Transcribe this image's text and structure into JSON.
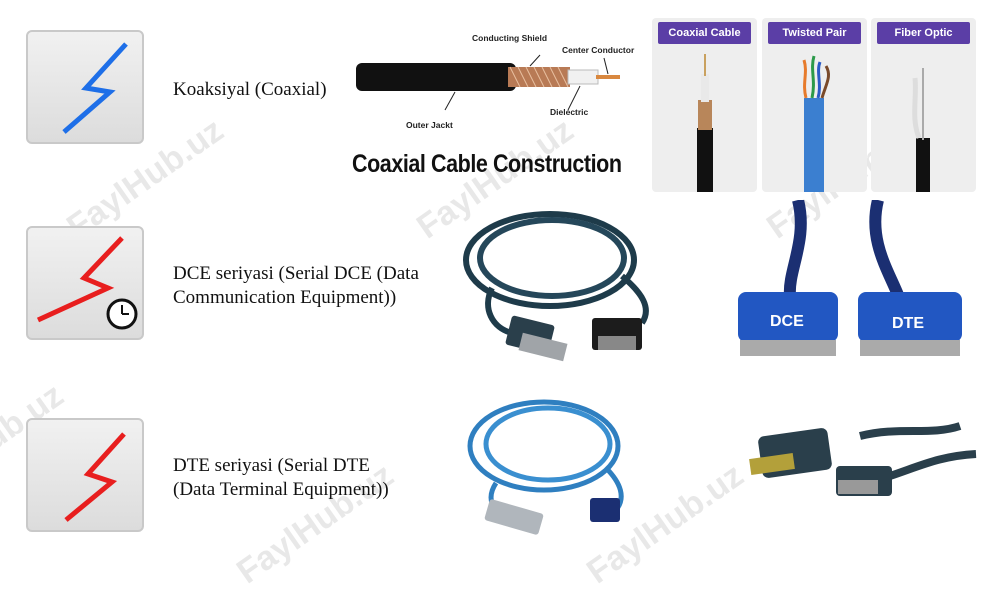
{
  "rows": [
    {
      "label": "Koaksiyal (Coaxial)",
      "icon": "coaxial-connection-icon",
      "icon_color": "#1e6fe8"
    },
    {
      "label_line1": "DCE seriyasi (Serial DCE (Data",
      "label_line2": "Communication Equipment))",
      "icon": "serial-dce-connection-icon",
      "icon_color": "#e81e1e"
    },
    {
      "label_line1": "DTE seriyasi (Serial DTE",
      "label_line2": "(Data Terminal Equipment))",
      "icon": "serial-dte-connection-icon",
      "icon_color": "#e81e1e"
    }
  ],
  "coax_diagram": {
    "title": "Coaxial Cable Construction",
    "labels": {
      "shield": "Conducting Shield",
      "center": "Center Conductor",
      "jacket": "Outer Jackt",
      "dielectric": "Dielectric"
    }
  },
  "cable_types": [
    "Coaxial Cable",
    "Twisted Pair",
    "Fiber Optic"
  ],
  "connector_labels": {
    "dce": "DCE",
    "dte": "DTE"
  },
  "watermark": "FaylHub.uz",
  "colors": {
    "header_purple": "#5b3ea6",
    "coax_blue": "#1e6fe8",
    "serial_red": "#e81e1e",
    "cable_blue": "#2f7fc0",
    "connector_blue": "#2257c2"
  }
}
